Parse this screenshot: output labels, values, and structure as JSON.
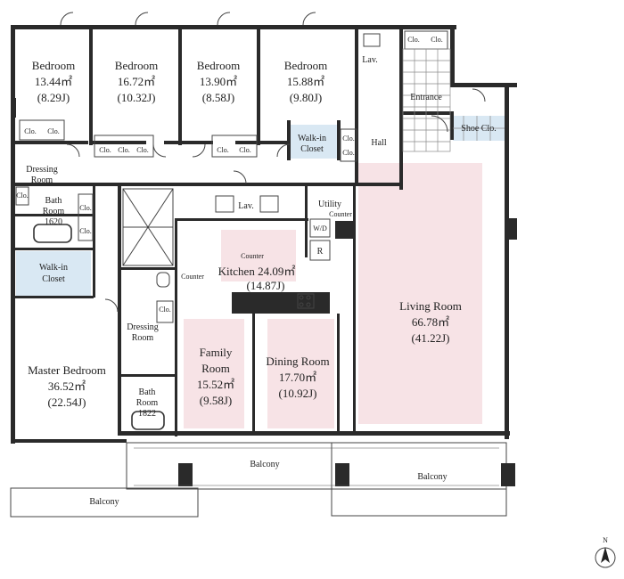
{
  "rooms": {
    "bedroom1": {
      "name": "Bedroom",
      "area": "13.44㎡",
      "jou": "(8.29J)"
    },
    "bedroom2": {
      "name": "Bedroom",
      "area": "16.72㎡",
      "jou": "(10.32J)"
    },
    "bedroom3": {
      "name": "Bedroom",
      "area": "13.90㎡",
      "jou": "(8.58J)"
    },
    "bedroom4": {
      "name": "Bedroom",
      "area": "15.88㎡",
      "jou": "(9.80J)"
    },
    "master": {
      "name": "Master Bedroom",
      "area": "36.52㎡",
      "jou": "(22.54J)"
    },
    "kitchen": {
      "name": "Kitchen 24.09㎡",
      "jou": "(14.87J)"
    },
    "living": {
      "name": "Living Room",
      "area": "66.78㎡",
      "jou": "(41.22J)"
    },
    "family_l1": "Family",
    "family_l2": "Room",
    "family_area": "15.52㎡",
    "family_jou": "(9.58J)",
    "dining": {
      "name": "Dining Room",
      "area": "17.70㎡",
      "jou": "(10.92J)"
    }
  },
  "labels": {
    "walkin_a": "Walk-in",
    "walkin_b": "Closet",
    "walkin2_a": "Walk-in",
    "walkin2_b": "Closet",
    "dressing_a": "Dressing",
    "dressing_b": "Room",
    "dressing2_a": "Dressing",
    "dressing2_b": "Room",
    "bath1_a": "Bath",
    "bath1_b": "Room",
    "bath1_c": "1620",
    "bath2_a": "Bath",
    "bath2_b": "Room",
    "bath2_c": "1822",
    "hall": "Hall",
    "entrance": "Entrance",
    "shoe": "Shoe Clo.",
    "lav_top": "Lav.",
    "lav_mid": "Lav.",
    "utility": "Utility",
    "counter_small": "Counter",
    "counter_kitchen": "Counter",
    "counter_side": "Counter",
    "wd": "W/D",
    "r": "R",
    "clo": "Clo.",
    "balcony_main": "Balcony",
    "balcony_right": "Balcony",
    "balcony_left": "Balcony",
    "north": "N"
  }
}
